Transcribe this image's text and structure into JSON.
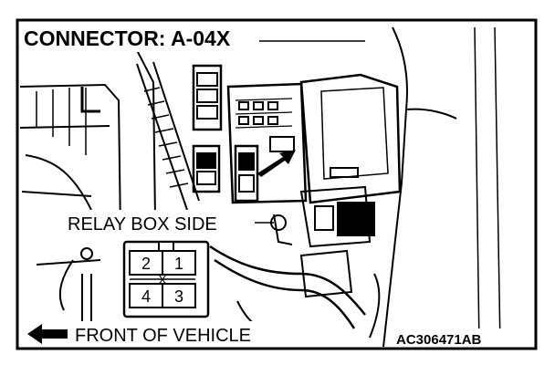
{
  "diagram": {
    "title": "CONNECTOR: A-04X",
    "relay_box_label": "RELAY BOX SIDE",
    "front_label": "FRONT OF VEHICLE",
    "figure_code": "AC306471AB",
    "connector_pins": {
      "pin_1": "1",
      "pin_2": "2",
      "pin_3": "3",
      "pin_4": "4",
      "center_mark": "X"
    }
  },
  "colors": {
    "line": "#000000",
    "background": "#ffffff"
  }
}
